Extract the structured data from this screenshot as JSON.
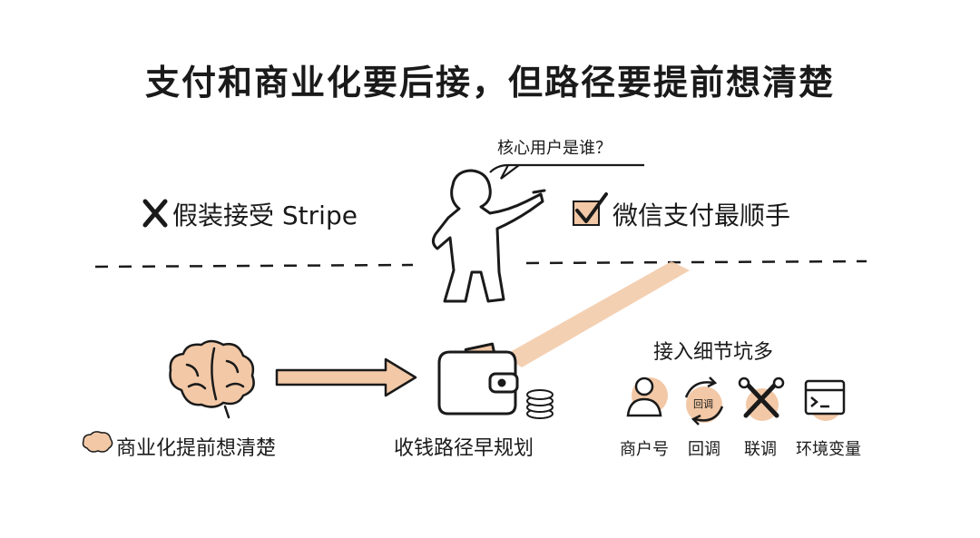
{
  "title": "支付和商业化要后接，但路径要提前想清楚",
  "bubble": "核心用户是谁？",
  "choices": {
    "bad": "假装接受 Stripe",
    "good": "微信支付最顺手"
  },
  "flow": {
    "brain_caption": "商业化提前想清楚",
    "wallet_caption": "收钱路径早规划"
  },
  "pitfalls": {
    "title": "接入细节坑多",
    "items": [
      {
        "label": "商户号",
        "icon": "merchant-user-icon"
      },
      {
        "label": "回调",
        "icon": "callback-cycle-icon",
        "badge": "回调"
      },
      {
        "label": "联调",
        "icon": "tools-icon"
      },
      {
        "label": "环境变量",
        "icon": "terminal-icon"
      }
    ]
  },
  "colors": {
    "accent": "#f2c8a6",
    "ink": "#1a1a1a"
  }
}
